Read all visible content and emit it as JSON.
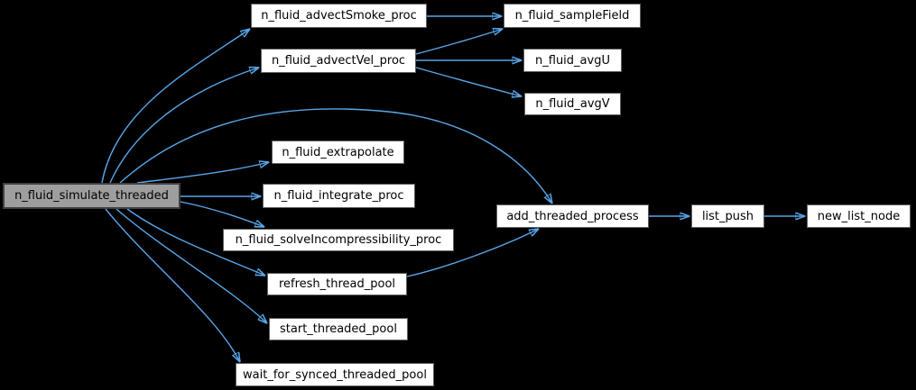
{
  "diagram_type": "doxygen-call-graph",
  "colors": {
    "edge-color": "#58a6e8",
    "node-fill": "#ffffff",
    "node-border": "#616161",
    "node-text": "#000000",
    "highlight-fill": "#9e9e9e",
    "highlight-border": "#404040",
    "background": "#000000"
  },
  "nodes": {
    "simulate": {
      "label": "n_fluid_simulate_threaded",
      "highlighted": true
    },
    "advect_smoke": {
      "label": "n_fluid_advectSmoke_proc"
    },
    "advect_vel": {
      "label": "n_fluid_advectVel_proc"
    },
    "sample_field": {
      "label": "n_fluid_sampleField"
    },
    "avg_u": {
      "label": "n_fluid_avgU"
    },
    "avg_v": {
      "label": "n_fluid_avgV"
    },
    "extrapolate": {
      "label": "n_fluid_extrapolate"
    },
    "integrate": {
      "label": "n_fluid_integrate_proc"
    },
    "solve_incompressibility": {
      "label": "n_fluid_solveIncompressibility_proc"
    },
    "refresh_pool": {
      "label": "refresh_thread_pool"
    },
    "start_pool": {
      "label": "start_threaded_pool"
    },
    "wait_pool": {
      "label": "wait_for_synced_threaded_pool"
    },
    "add_process": {
      "label": "add_threaded_process"
    },
    "list_push": {
      "label": "list_push"
    },
    "new_list_node": {
      "label": "new_list_node"
    }
  },
  "edges": [
    {
      "from": "n_fluid_simulate_threaded",
      "to": "n_fluid_advectSmoke_proc"
    },
    {
      "from": "n_fluid_simulate_threaded",
      "to": "n_fluid_advectVel_proc"
    },
    {
      "from": "n_fluid_simulate_threaded",
      "to": "add_threaded_process"
    },
    {
      "from": "n_fluid_simulate_threaded",
      "to": "n_fluid_extrapolate"
    },
    {
      "from": "n_fluid_simulate_threaded",
      "to": "n_fluid_integrate_proc"
    },
    {
      "from": "n_fluid_simulate_threaded",
      "to": "n_fluid_solveIncompressibility_proc"
    },
    {
      "from": "n_fluid_simulate_threaded",
      "to": "refresh_thread_pool"
    },
    {
      "from": "n_fluid_simulate_threaded",
      "to": "start_threaded_pool"
    },
    {
      "from": "n_fluid_simulate_threaded",
      "to": "wait_for_synced_threaded_pool"
    },
    {
      "from": "n_fluid_advectSmoke_proc",
      "to": "n_fluid_sampleField"
    },
    {
      "from": "n_fluid_advectVel_proc",
      "to": "n_fluid_sampleField"
    },
    {
      "from": "n_fluid_advectVel_proc",
      "to": "n_fluid_avgU"
    },
    {
      "from": "n_fluid_advectVel_proc",
      "to": "n_fluid_avgV"
    },
    {
      "from": "refresh_thread_pool",
      "to": "add_threaded_process"
    },
    {
      "from": "add_threaded_process",
      "to": "list_push"
    },
    {
      "from": "list_push",
      "to": "new_list_node"
    }
  ]
}
